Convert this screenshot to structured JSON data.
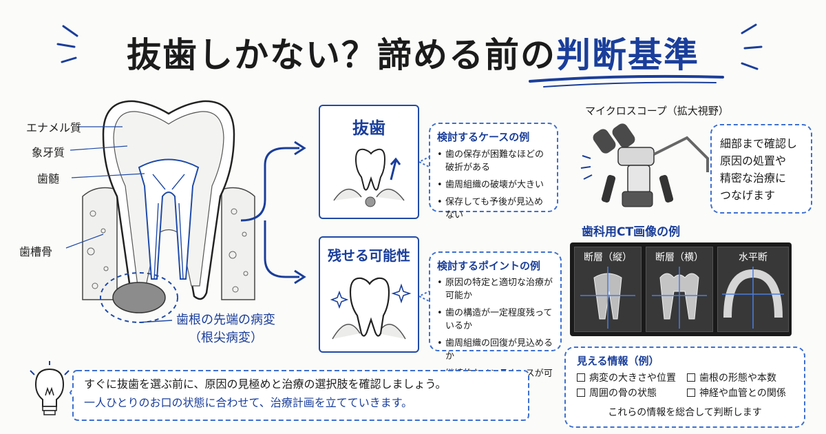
{
  "title": {
    "main": "抜歯しかない？諦める前の",
    "highlight": "判断基準"
  },
  "anatomy": {
    "enamel": "エナメル質",
    "dentin": "象牙質",
    "pulp": "歯髄",
    "bone": "歯槽骨",
    "lesion_line1": "歯根の先端の病変",
    "lesion_line2": "（根尖病変）"
  },
  "extraction": {
    "title": "抜歯",
    "list_title": "検討するケースの例",
    "items": [
      "歯の保存が困難なほどの破折がある",
      "歯周組織の破壊が大きい",
      "保存しても予後が見込めない"
    ]
  },
  "preservable": {
    "title": "残せる可能性",
    "list_title": "検討するポイントの例",
    "items": [
      "原因の特定と適切な治療が可能か",
      "歯の構造が一定程度残っているか",
      "歯周組織の回復が見込めるか",
      "継続的なメンテナンスが可能か"
    ]
  },
  "microscope": {
    "label": "マイクロスコープ（拡大視野）",
    "bubble": [
      "細部まで確認し",
      "原因の処置や",
      "精密な治療に",
      "つなげます"
    ]
  },
  "ct": {
    "title": "歯科用CT画像の例",
    "panels": [
      "断層（縦）",
      "断層（横）",
      "水平断"
    ]
  },
  "visible_info": {
    "title": "見える情報（例）",
    "items": [
      "病変の大きさや位置",
      "歯根の形態や本数",
      "周囲の骨の状態",
      "神経や血管との関係"
    ],
    "summary": "これらの情報を総合して判断します"
  },
  "bottom_note": {
    "line1": "すぐに抜歯を選ぶ前に、原因の見極めと治療の選択肢を確認しましょう。",
    "line2": "一人ひとりのお口の状態に合わせて、治療計画を立てていきます。"
  },
  "colors": {
    "accent": "#1a3e9a",
    "dashed": "#3d6fd0"
  },
  "icons": [
    "lightbulb-icon",
    "tooth-icon",
    "sparkle-icon",
    "microscope-icon",
    "arrow-up-icon"
  ]
}
